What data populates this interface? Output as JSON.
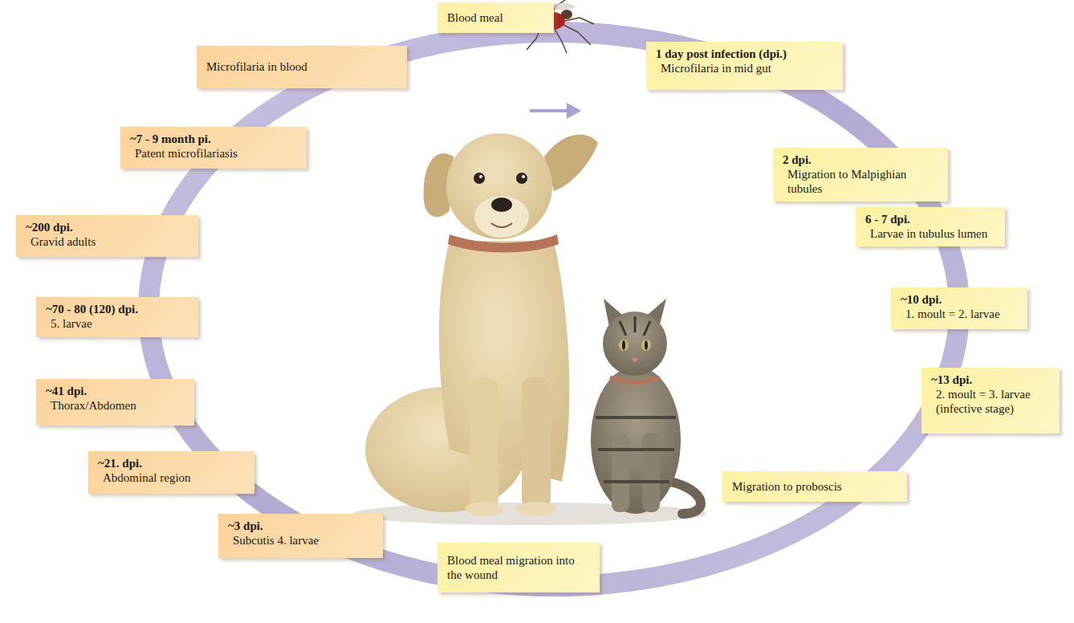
{
  "diagram": {
    "nodes": [
      {
        "text": [
          "Blood meal"
        ]
      },
      {
        "text": [
          "1 day post infection (dpi.)",
          "Microfilaria in mid gut"
        ]
      },
      {
        "text": [
          "2 dpi.",
          "Migration to Malpighian tubules"
        ]
      },
      {
        "text": [
          "6 - 7 dpi.",
          "Larvae in tubulus lumen"
        ]
      },
      {
        "text": [
          "~10 dpi.",
          "1. moult = 2. larvae"
        ]
      },
      {
        "text": [
          "~13 dpi.",
          "2. moult = 3. larvae (infective stage)"
        ]
      },
      {
        "text": [
          "Migration to proboscis"
        ]
      },
      {
        "text": [
          "Blood meal migration into the wound"
        ]
      },
      {
        "text": [
          "~3 dpi.",
          "Subcutis 4. larvae"
        ]
      },
      {
        "text": [
          "~21. dpi.",
          "Abdominal region"
        ]
      },
      {
        "text": [
          "~41 dpi.",
          "Thorax/Abdomen"
        ]
      },
      {
        "text": [
          "~70 - 80 (120) dpi.",
          "5. larvae"
        ]
      },
      {
        "text": [
          "~200 dpi.",
          "Gravid adults"
        ]
      },
      {
        "text": [
          "~7 - 9 month pi.",
          "Patent microfilariasis"
        ]
      },
      {
        "text": [
          "Microfilaria in blood"
        ]
      }
    ]
  }
}
